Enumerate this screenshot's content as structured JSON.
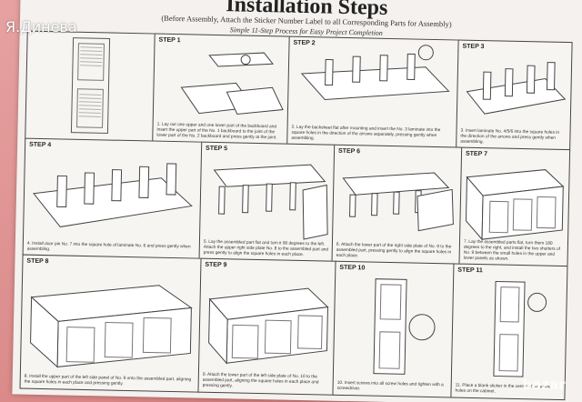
{
  "watermark_user": "Я.Динева",
  "logo_text": "bazar",
  "sheet": {
    "title": "Installation Steps",
    "subtitle": "(Before Assembly, Attach the Sticker Number Label to all Corresponding Parts for Assembly)",
    "subtitle2": "Simple 11-Step Process for Easy Project Completion"
  },
  "steps": [
    {
      "label": "",
      "caption": ""
    },
    {
      "label": "STEP 1",
      "caption": "1. Lay out one upper and one lower part of the backboard and insert the upper part of the No. 1 backboard to the joint of the lower part of the No. 2 backboard and press gently at the joint."
    },
    {
      "label": "STEP 2",
      "caption": "2. Lay the backsheet flat after mounting and insert the No. 3 laminate into the square holes in the direction of the arrows separately, pressing gently when assembling."
    },
    {
      "label": "STEP 3",
      "caption": "3. Insert laminate No. 4/5/6 into the square holes in the direction of the arrows and press gently when assembling."
    },
    {
      "label": "STEP 4",
      "caption": "4. Install door pin No. 7 into the square hole of laminate No. 6 and press gently when assembling."
    },
    {
      "label": "STEP 5",
      "caption": "5. Lay the assembled part flat and turn it 90 degrees to the left. Attach the upper right side plate No. 8 to the assembled part and press gently to align the square holes in each place."
    },
    {
      "label": "STEP 6",
      "caption": "6. Attach the lower part of the right side plate of No. 9 to the assembled part, pressing gently to align the square holes in each place."
    },
    {
      "label": "STEP 7",
      "caption": "7. Lay the assembled parts flat, turn them 180 degrees to the right, and install the two shutters of No. 9 between the small holes in the upper and lower panels as shown."
    },
    {
      "label": "STEP 8",
      "caption": "8. Install the upper part of the left side panel of No. 9 onto the assembled part, aligning the square holes in each place and pressing gently."
    },
    {
      "label": "STEP 9",
      "caption": "9. Attach the lower part of the left side plate of No. 10 to the assembled part, aligning the square holes in each place and pressing gently."
    },
    {
      "label": "STEP 10",
      "caption": "10. Insert screws into all screw holes and tighten with a screwdriver."
    },
    {
      "label": "STEP 11",
      "caption": "11. Place a blank sticker in the center of all screw holes on the cabinet."
    }
  ]
}
